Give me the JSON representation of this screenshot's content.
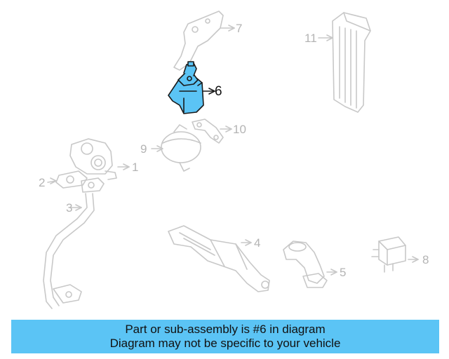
{
  "diagram": {
    "callouts": [
      {
        "id": "1",
        "label": "1"
      },
      {
        "id": "2",
        "label": "2"
      },
      {
        "id": "3",
        "label": "3"
      },
      {
        "id": "4",
        "label": "4"
      },
      {
        "id": "5",
        "label": "5"
      },
      {
        "id": "6",
        "label": "6",
        "highlighted": true
      },
      {
        "id": "7",
        "label": "7"
      },
      {
        "id": "8",
        "label": "8"
      },
      {
        "id": "9",
        "label": "9"
      },
      {
        "id": "10",
        "label": "10"
      },
      {
        "id": "11",
        "label": "11"
      }
    ],
    "colors": {
      "line_art": "#c8c8c8",
      "highlight_fill": "#5bc4f5",
      "highlight_stroke": "#1a1a1a",
      "banner_bg": "#5bc4f5"
    }
  },
  "banner": {
    "line1": "Part or sub-assembly is #6 in diagram",
    "line2": "Diagram may not be specific to your vehicle"
  }
}
